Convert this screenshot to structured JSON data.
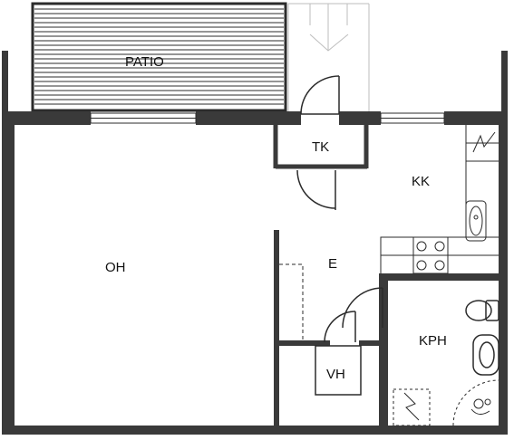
{
  "plan": {
    "rooms": {
      "patio": "PATIO",
      "tk": "TK",
      "kk": "KK",
      "oh": "OH",
      "e": "E",
      "kph": "KPH",
      "vh": "VH"
    },
    "colors": {
      "wall": "#3a3a3a",
      "line": "#2b2b2b",
      "thin": "#555555",
      "light": "#bdbdbd",
      "background": "#ffffff"
    },
    "icons": [
      "patio-deck",
      "entrance-arrow-icon",
      "door-swing-icon",
      "window-icon",
      "stove-icon",
      "sink-icon",
      "toilet-icon",
      "washbasin-icon",
      "shower-icon",
      "water-heater-icon"
    ]
  }
}
